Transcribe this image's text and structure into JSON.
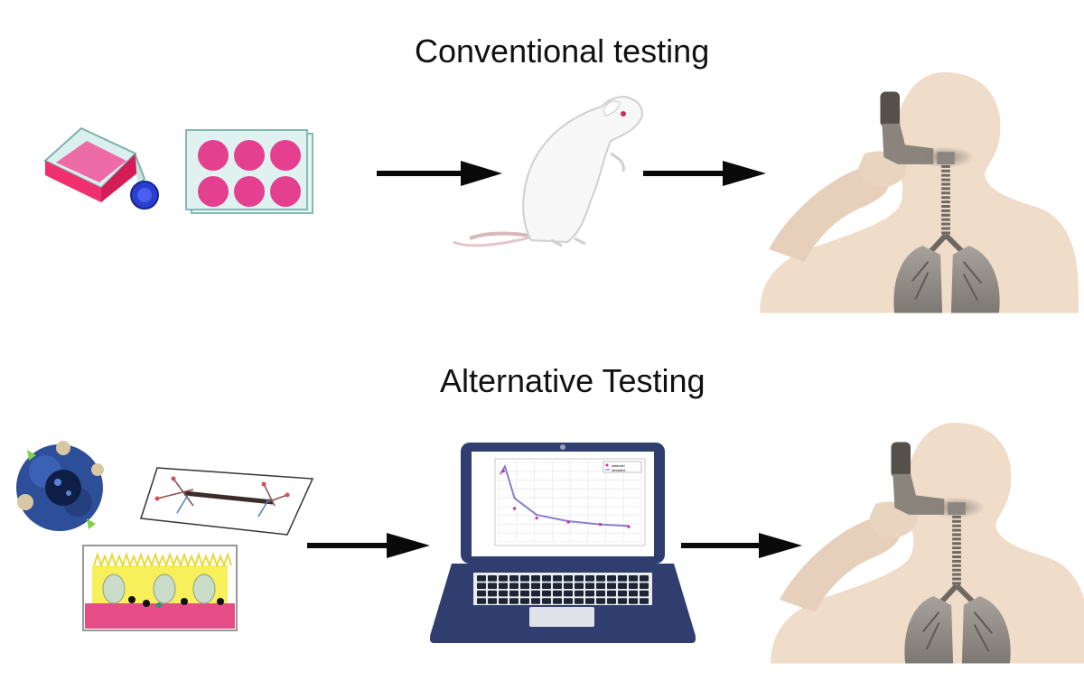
{
  "rows": [
    {
      "title": "Conventional testing"
    },
    {
      "title": "Alternative Testing"
    }
  ],
  "colors": {
    "arrow": "#0a0a0a",
    "medium": "#e4408f",
    "skin": "#efdcc9",
    "laptop": "#2f3e6e",
    "organoid": "#2d4f9a",
    "plot_line": "#8a7fd1",
    "plot_point": "#d02a8a"
  },
  "icons": {
    "flask": "cell-culture-flask-icon",
    "plate": "six-well-plate-icon",
    "rat": "rat-icon",
    "human": "human-inhaler-lungs-icon",
    "organoid": "organoid-icon",
    "chip": "organ-on-chip-icon",
    "insert": "transwell-insert-icon",
    "laptop": "laptop-model-icon"
  },
  "laptop_plot": {
    "type": "scatter",
    "title": "",
    "xlabel": "",
    "ylabel": "",
    "legend": [
      "observed",
      "simulated"
    ],
    "observed": [
      [
        0.3,
        0.89
      ],
      [
        1,
        0.42
      ],
      [
        2.4,
        0.3
      ],
      [
        4.4,
        0.25
      ],
      [
        6.4,
        0.22
      ],
      [
        8.2,
        0.19
      ]
    ],
    "simulated": [
      [
        0.1,
        0.85
      ],
      [
        0.4,
        0.95
      ],
      [
        1,
        0.55
      ],
      [
        2.4,
        0.34
      ],
      [
        4.4,
        0.26
      ],
      [
        6.4,
        0.22
      ],
      [
        8.2,
        0.2
      ]
    ]
  }
}
